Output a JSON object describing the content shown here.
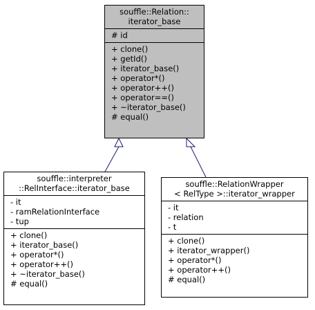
{
  "base": {
    "title": [
      "souffle::Relation::",
      "iterator_base"
    ],
    "attributes": [
      "# id"
    ],
    "methods": [
      "+ clone()",
      "+ getId()",
      "+ iterator_base()",
      "+ operator*()",
      "+ operator++()",
      "+ operator==()",
      "+ ~iterator_base()",
      "# equal()"
    ]
  },
  "left": {
    "title": [
      "souffle::interpreter",
      "::RelInterface::iterator_base"
    ],
    "attributes": [
      "- it",
      "- ramRelationInterface",
      "- tup"
    ],
    "methods": [
      "+ clone()",
      "+ iterator_base()",
      "+ operator*()",
      "+ operator++()",
      "+ ~iterator_base()",
      "# equal()"
    ]
  },
  "right": {
    "title": [
      "souffle::RelationWrapper",
      "< RelType >::iterator_wrapper"
    ],
    "attributes": [
      "- it",
      "- relation",
      "- t"
    ],
    "methods": [
      "+ clone()",
      "+ iterator_wrapper()",
      "+ operator*()",
      "+ operator++()",
      "# equal()"
    ]
  },
  "colors": {
    "base_fill": "#bfbfbf",
    "edge": "#191970"
  }
}
